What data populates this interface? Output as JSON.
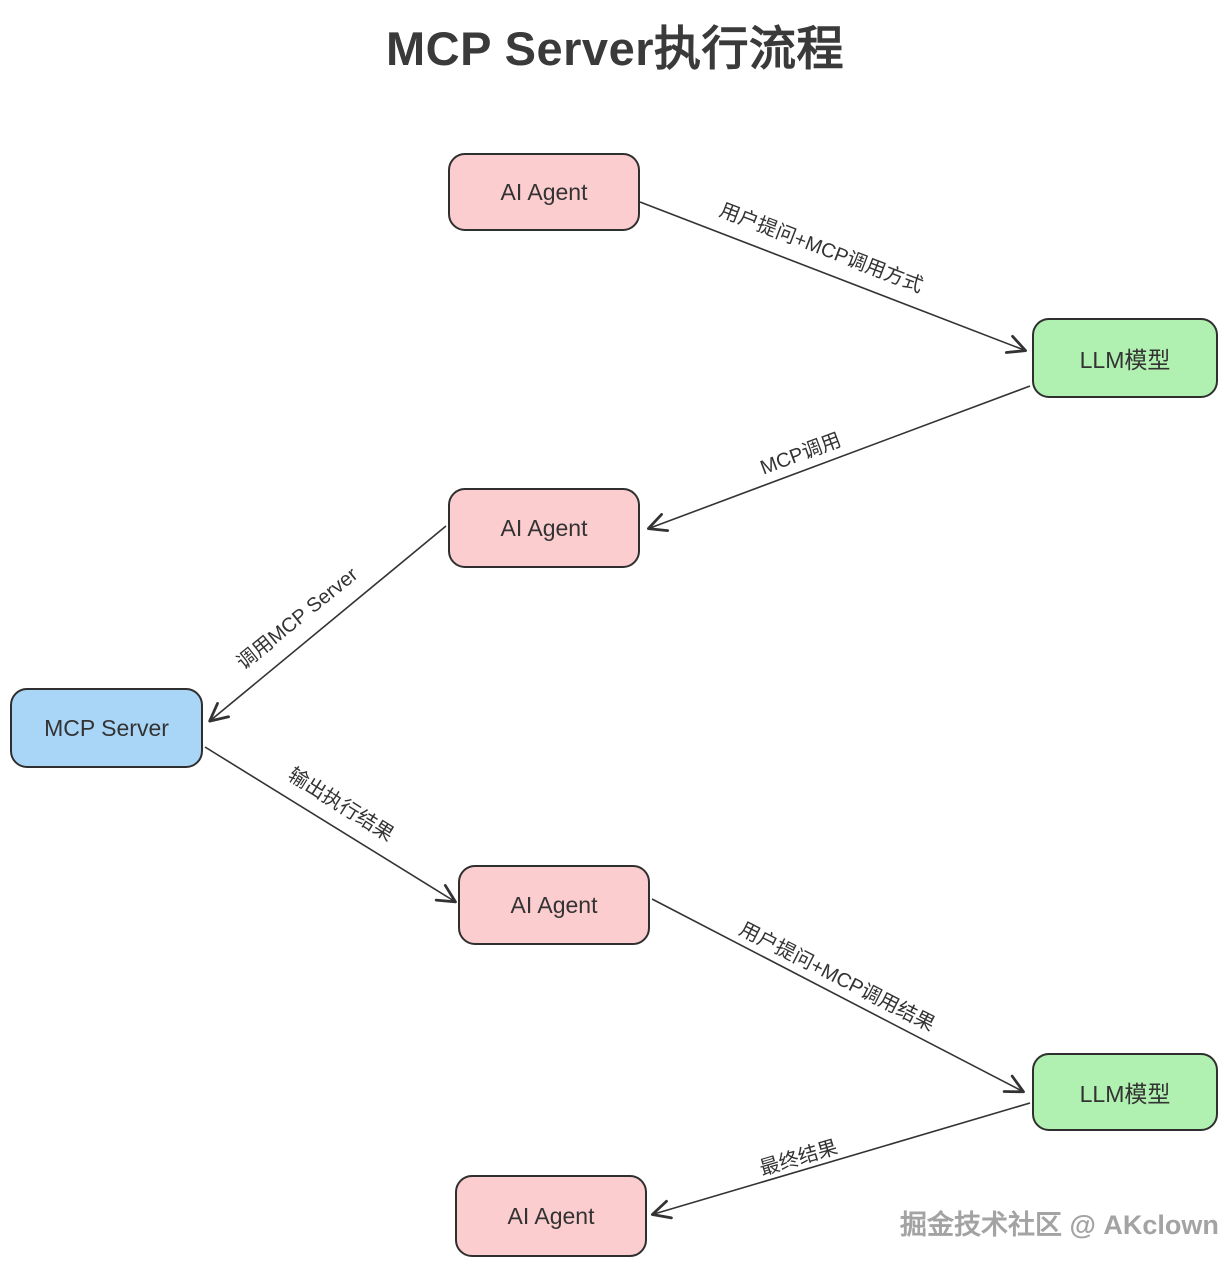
{
  "title": "MCP Server执行流程",
  "watermark": "掘金技术社区 @ AKclown",
  "colors": {
    "agent_fill": "#fbcdce",
    "llm_fill": "#b0f0b0",
    "server_fill": "#a9d5f7",
    "node_border": "#2f2f2f",
    "text": "#333333",
    "line": "#333333",
    "watermark": "#a3a3a3"
  },
  "nodes": [
    {
      "id": "agent-1",
      "label": "AI Agent",
      "type": "agent"
    },
    {
      "id": "llm-1",
      "label": "LLM模型",
      "type": "llm"
    },
    {
      "id": "agent-2",
      "label": "AI Agent",
      "type": "agent"
    },
    {
      "id": "mcp-server",
      "label": "MCP Server",
      "type": "server"
    },
    {
      "id": "agent-3",
      "label": "AI Agent",
      "type": "agent"
    },
    {
      "id": "llm-2",
      "label": "LLM模型",
      "type": "llm"
    },
    {
      "id": "agent-4",
      "label": "AI Agent",
      "type": "agent"
    }
  ],
  "edges": [
    {
      "from": "agent-1",
      "to": "llm-1",
      "label": "用户提问+MCP调用方式"
    },
    {
      "from": "llm-1",
      "to": "agent-2",
      "label": "MCP调用"
    },
    {
      "from": "agent-2",
      "to": "mcp-server",
      "label": "调用MCP Server"
    },
    {
      "from": "mcp-server",
      "to": "agent-3",
      "label": "输出执行结果"
    },
    {
      "from": "agent-3",
      "to": "llm-2",
      "label": "用户提问+MCP调用结果"
    },
    {
      "from": "llm-2",
      "to": "agent-4",
      "label": "最终结果"
    }
  ]
}
